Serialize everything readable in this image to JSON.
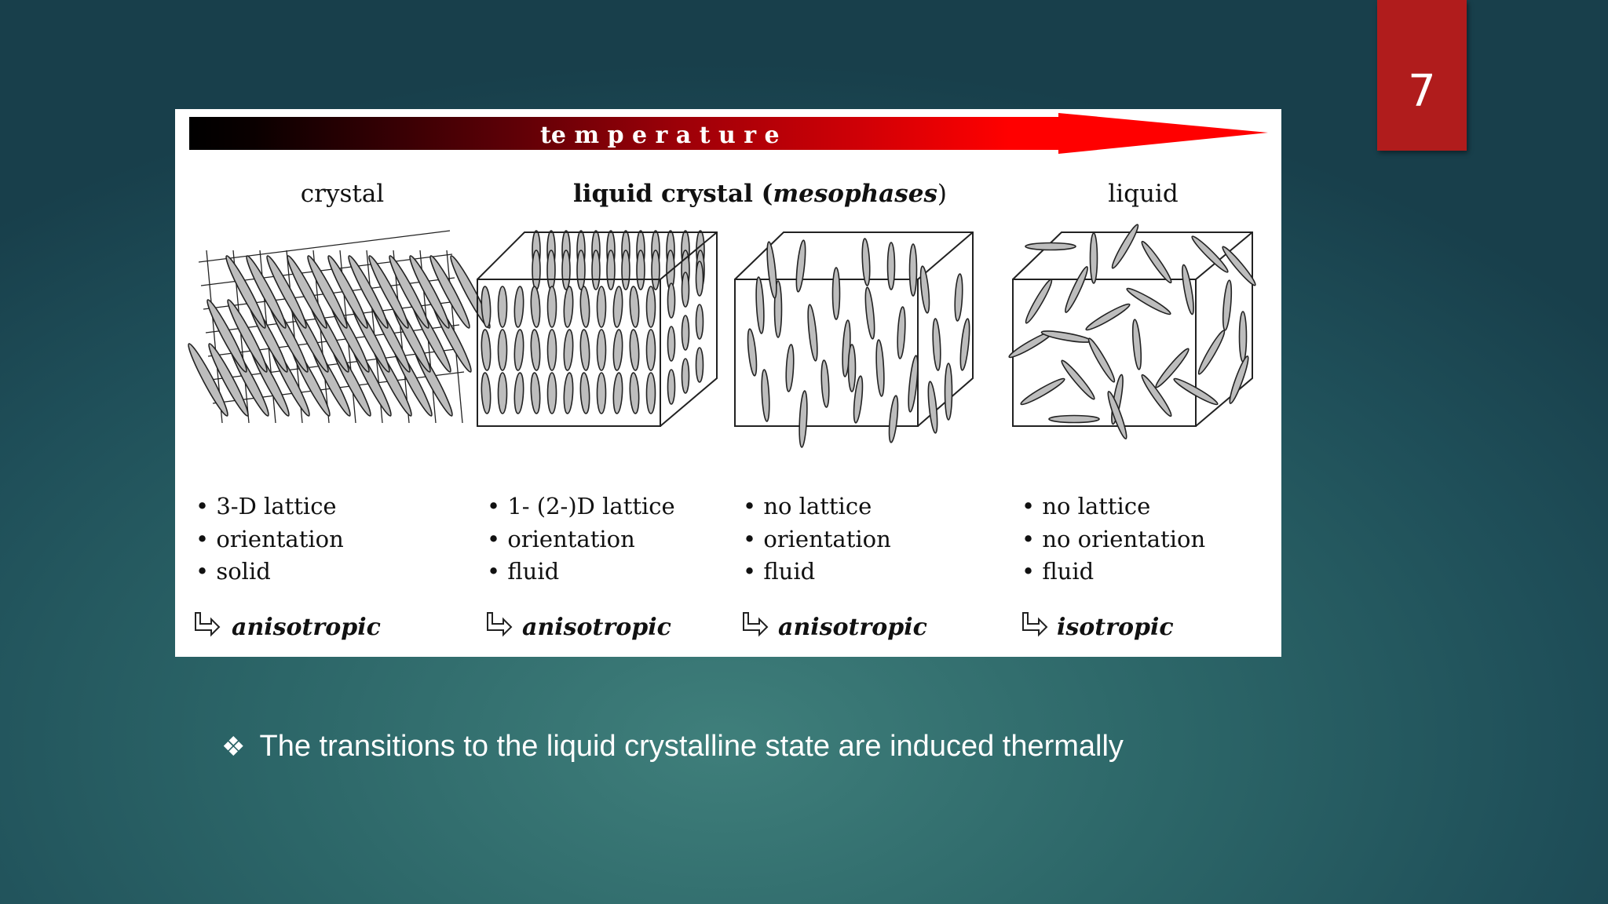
{
  "slide": {
    "page_number": "7"
  },
  "figure": {
    "temperature_label": "te m p e r a t u r e",
    "headers": {
      "crystal": "crystal",
      "lc_prefix": "liquid crystal (",
      "lc_italic": "mesophases",
      "lc_suffix": ")",
      "liquid": "liquid"
    },
    "columns": [
      {
        "props": [
          "• 3-D lattice",
          "• orientation",
          "• solid"
        ],
        "result": "anisotropic"
      },
      {
        "props": [
          "• 1- (2-)D lattice",
          "• orientation",
          "• fluid"
        ],
        "result": "anisotropic"
      },
      {
        "props": [
          "• no lattice",
          "• orientation",
          "• fluid"
        ],
        "result": "anisotropic"
      },
      {
        "props": [
          "• no lattice",
          "• no orientation",
          "• fluid"
        ],
        "result": "isotropic"
      }
    ]
  },
  "caption": {
    "text": "The transitions to the liquid crystalline state are induced thermally"
  },
  "colors": {
    "badge": "#b01c1c",
    "arrow_end": "#ff0000",
    "molecule_fill": "#bdbdbd"
  }
}
